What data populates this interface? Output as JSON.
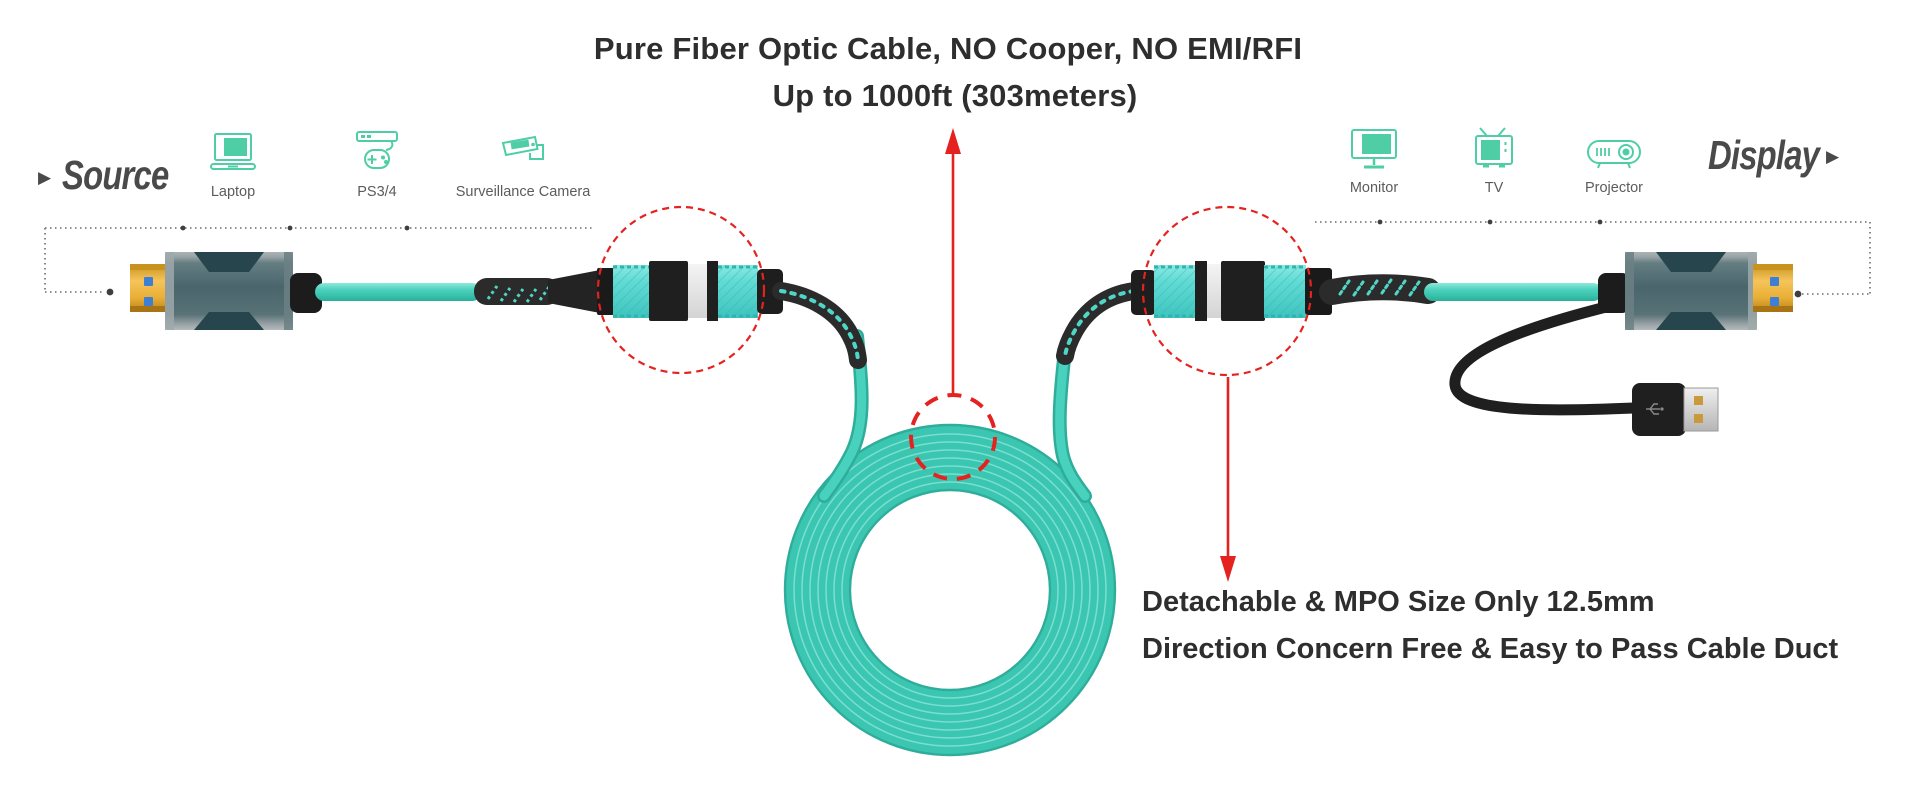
{
  "title": {
    "line1": "Pure Fiber Optic Cable, NO Cooper, NO EMI/RFI",
    "line2": "Up to 1000ft (303meters)"
  },
  "source": {
    "label": "Source",
    "arrow": "▶",
    "devices": [
      {
        "label": "Laptop",
        "icon": "laptop-icon"
      },
      {
        "label": "PS3/4",
        "icon": "gamepad-icon"
      },
      {
        "label": "Surveillance Camera",
        "icon": "cctv-camera-icon"
      }
    ]
  },
  "display": {
    "label": "Display",
    "arrow": "▶",
    "devices": [
      {
        "label": "Monitor",
        "icon": "monitor-icon"
      },
      {
        "label": "TV",
        "icon": "tv-icon"
      },
      {
        "label": "Projector",
        "icon": "projector-icon"
      }
    ]
  },
  "annotations": {
    "detachable_line1": "Detachable & MPO Size Only 12.5mm",
    "detachable_line2": "Direction Concern Free & Easy to Pass Cable Duct"
  },
  "colors": {
    "text_dark": "#2e2e2e",
    "text_gray": "#5c5c5c",
    "brand_gray": "#4a4a4a",
    "icon_teal": "#4fcea6",
    "cable_teal": "#3ac6b1",
    "cable_teal_dark": "#2eae9a",
    "cable_teal_light": "#82e2d3",
    "mpo_aqua": "#68ded8",
    "accent_red": "#e42320",
    "gold": "#eab23c",
    "connector_slate": "#49666c",
    "braid_black": "#2b2b2b",
    "dotted_gray": "#6a6a6a"
  }
}
